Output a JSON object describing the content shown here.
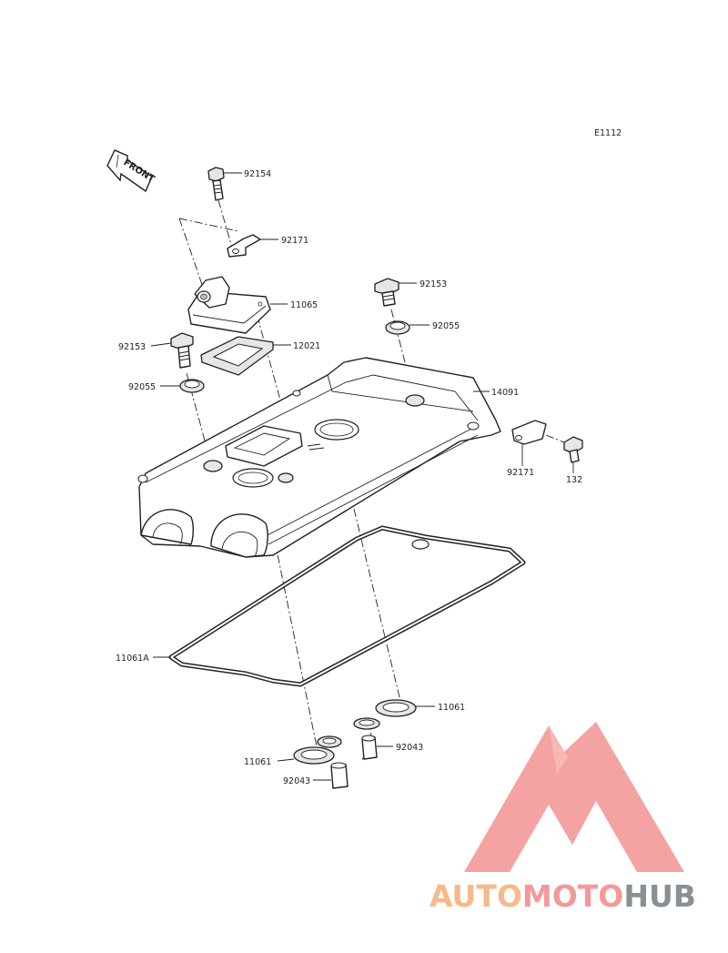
{
  "diagram_code": "E1112",
  "front_arrow_label": "FRONT",
  "parts": {
    "p92154": "92154",
    "p92171_top": "92171",
    "p11065": "11065",
    "p92153_right": "92153",
    "p92055_right": "92055",
    "p92153_left": "92153",
    "p12021": "12021",
    "p92055_left": "92055",
    "p14091": "14091",
    "p92171_right": "92171",
    "p132": "132",
    "p11061A": "11061A",
    "p11061_right": "11061",
    "p92043_right": "92043",
    "p11061_left": "11061",
    "p92043_left": "92043"
  },
  "watermark": {
    "part1": "AUTO",
    "part2": "MOTO",
    "part3": "HUB",
    "color1": "#f6b98a",
    "color2": "#f29a9a",
    "color3": "#8a8f96",
    "logo_color": "#f08a8a"
  }
}
